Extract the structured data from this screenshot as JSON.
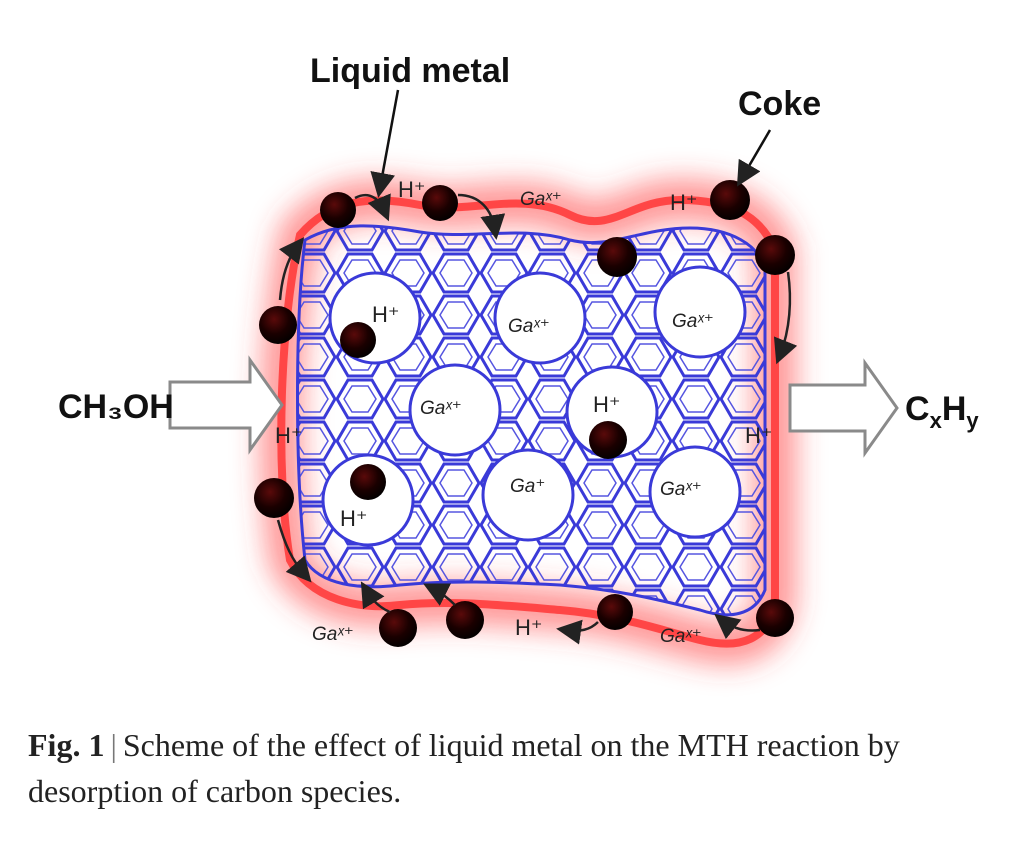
{
  "labels": {
    "liquid_metal": "Liquid metal",
    "coke": "Coke",
    "reactant": "CH₃OH",
    "product_c": "C",
    "product_x": "x",
    "product_h": "H",
    "product_y": "y"
  },
  "ions": {
    "h_plus": "H⁺",
    "ga_xplus": "Gaˣ⁺",
    "ga_plus": "Ga⁺"
  },
  "caption": {
    "figure": "Fig. 1",
    "separator": "|",
    "text": "Scheme of the effect of liquid metal on the MTH reaction by desorption of carbon species."
  },
  "colors": {
    "glow": "#ff4040",
    "framework": "#3a3ad8",
    "coke": "#1a0000",
    "arrow": "#8a8a8a"
  }
}
